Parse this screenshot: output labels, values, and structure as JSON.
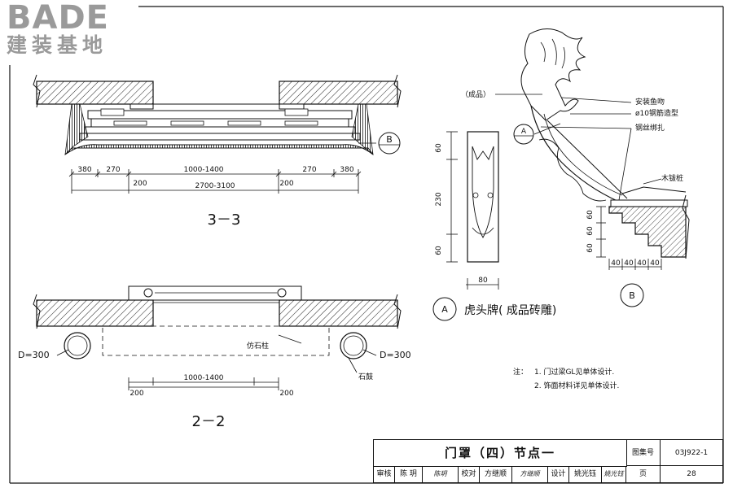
{
  "logo": {
    "brand": "BADE",
    "subtitle": "建装基地"
  },
  "section_33": {
    "label": "3－3",
    "dims_top": [
      "380",
      "270",
      "1000-1400",
      "270",
      "380"
    ],
    "dims_bottom": [
      "200",
      "2700-3100",
      "200"
    ],
    "callout": "B"
  },
  "section_22": {
    "label": "2－2",
    "left_diameter": "D=300",
    "right_diameter": "D=300",
    "leader_column": "仿石柱",
    "leader_drum": "石鼓",
    "dims_top": [
      "1000-1400"
    ],
    "dims_bottom": [
      "200",
      "200"
    ]
  },
  "detail_a": {
    "dims_vertical": [
      "60",
      "230",
      "60"
    ],
    "dim_width": "80",
    "marker": "A",
    "caption": "虎头牌( 成品砖雕)"
  },
  "detail_b": {
    "finished_label": "（成品）",
    "notes": [
      "安装鱼吻",
      "ø10钢筋造型",
      "钢丝绑扎",
      "木钹桩"
    ],
    "dims_vertical": [
      "60",
      "60",
      "60"
    ],
    "dims_horizontal": [
      "40",
      "40",
      "40",
      "40"
    ],
    "marker_a": "A",
    "marker_b": "B"
  },
  "notes": {
    "prefix": "注：",
    "items": [
      "1.  门过梁GL见单体设计.",
      "2.  饰面材料详见单体设计."
    ]
  },
  "title_block": {
    "title": "门罩（四）节点一",
    "atlas_label": "图集号",
    "atlas_number": "03J922-1",
    "page_label": "页",
    "page_number": "28",
    "review_label": "审核",
    "review_name": "陈 玥",
    "review_sig": "陈玥",
    "check_label": "校对",
    "check_name": "方继顺",
    "check_sig": "方继顺",
    "design_label": "设计",
    "design_name": "姚光钰",
    "design_sig": "姚光钰"
  }
}
